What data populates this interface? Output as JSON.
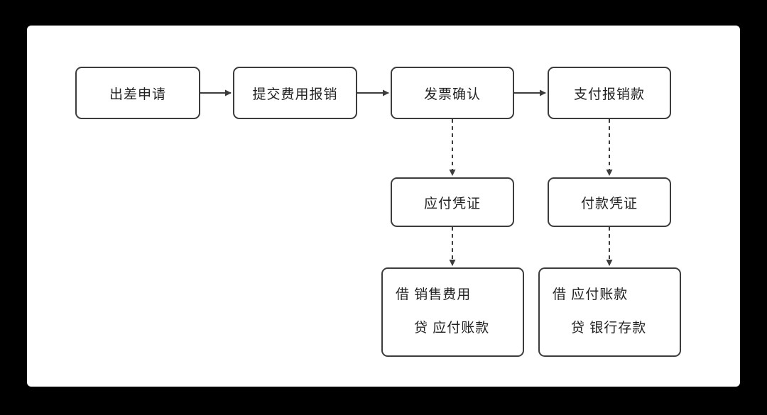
{
  "canvas": {
    "background_color": "#000000",
    "surface_color": "#ffffff",
    "stroke_color": "#3c3c3c"
  },
  "diagram": {
    "type": "flowchart",
    "title": "",
    "process_row": [
      {
        "id": "travel-request",
        "label": "出差申请"
      },
      {
        "id": "submit-expense",
        "label": "提交费用报销"
      },
      {
        "id": "invoice-confirm",
        "label": "发票确认"
      },
      {
        "id": "pay-reimbursement",
        "label": "支付报销款"
      }
    ],
    "voucher_row": [
      {
        "id": "payable-voucher",
        "label": "应付凭证"
      },
      {
        "id": "payment-voucher",
        "label": "付款凭证"
      }
    ],
    "entry_row": [
      {
        "id": "entry-payable",
        "debit": "借 销售费用",
        "credit": "贷 应付账款"
      },
      {
        "id": "entry-payment",
        "debit": "借 应付账款",
        "credit": "贷 银行存款"
      }
    ],
    "connectors": [
      {
        "from": "travel-request",
        "to": "submit-expense",
        "style": "solid",
        "direction": "horizontal"
      },
      {
        "from": "submit-expense",
        "to": "invoice-confirm",
        "style": "solid",
        "direction": "horizontal"
      },
      {
        "from": "invoice-confirm",
        "to": "pay-reimbursement",
        "style": "solid",
        "direction": "horizontal"
      },
      {
        "from": "invoice-confirm",
        "to": "payable-voucher",
        "style": "dashed",
        "direction": "vertical"
      },
      {
        "from": "pay-reimbursement",
        "to": "payment-voucher",
        "style": "dashed",
        "direction": "vertical"
      },
      {
        "from": "payable-voucher",
        "to": "entry-payable",
        "style": "dashed",
        "direction": "vertical"
      },
      {
        "from": "payment-voucher",
        "to": "entry-payment",
        "style": "dashed",
        "direction": "vertical"
      }
    ]
  }
}
